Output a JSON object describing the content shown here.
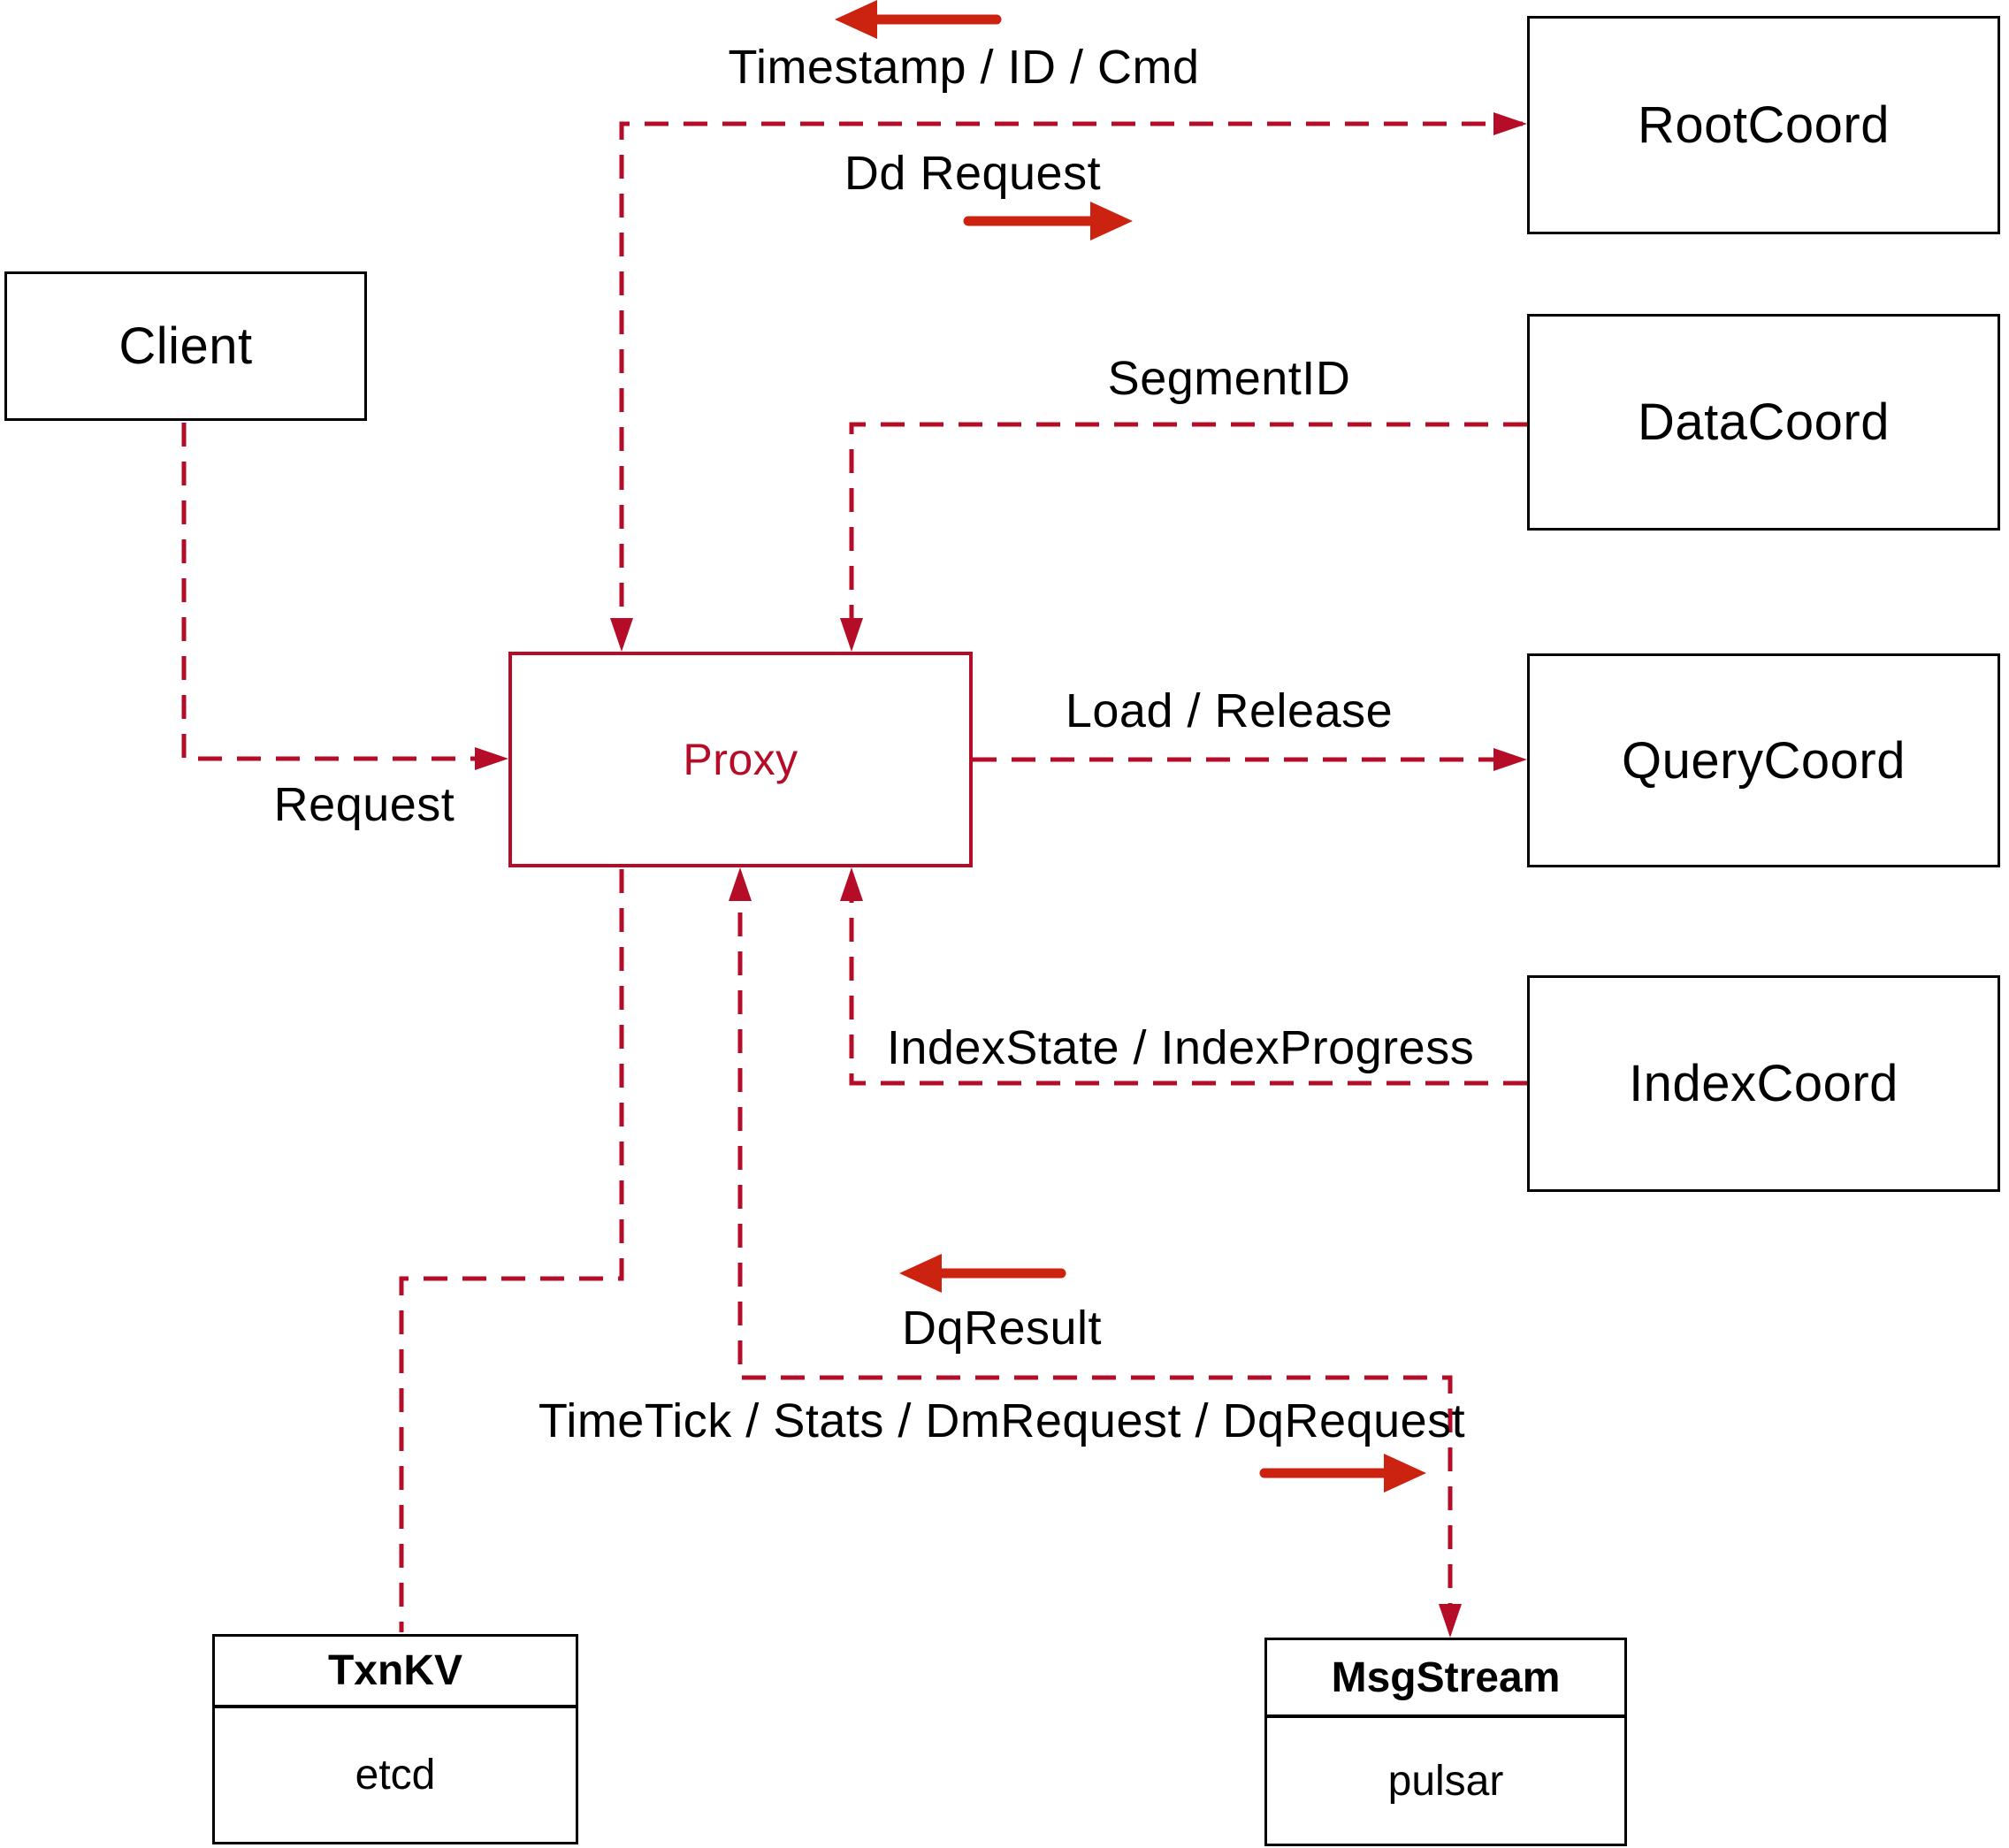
{
  "colors": {
    "connector": "#b50d28",
    "solid_arrow": "#cb2310",
    "box_border": "#000000",
    "text": "#000000",
    "background": "#ffffff"
  },
  "nodes": {
    "client": {
      "label": "Client"
    },
    "proxy": {
      "label": "Proxy"
    },
    "root_coord": {
      "label": "RootCoord"
    },
    "data_coord": {
      "label": "DataCoord"
    },
    "query_coord": {
      "label": "QueryCoord"
    },
    "index_coord": {
      "label": "IndexCoord"
    },
    "txn_kv": {
      "title": "TxnKV",
      "impl": "etcd"
    },
    "msg_stream": {
      "title": "MsgStream",
      "impl": "pulsar"
    }
  },
  "edge_labels": {
    "timestamp": "Timestamp / ID / Cmd",
    "dd_request": "Dd Request",
    "segment_id": "SegmentID",
    "load_release": "Load / Release",
    "index_state": "IndexState / IndexProgress",
    "request": "Request",
    "dq_result": "DqResult",
    "time_tick": "TimeTick / Stats / DmRequest / DqRequest"
  }
}
